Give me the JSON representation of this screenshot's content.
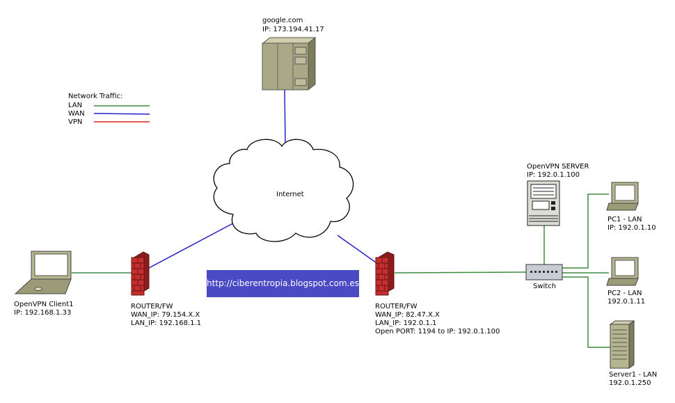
{
  "colors": {
    "lan": "#3c8c3c",
    "wan": "#2222cc",
    "vpn": "#dd2222",
    "banner": "#4a4ac4"
  },
  "legend": {
    "title": "Network Traffic:",
    "lan": "LAN",
    "wan": "WAN",
    "vpn": "VPN"
  },
  "nodes": {
    "google": {
      "name": "google.com",
      "ip": "IP: 173.194.41.17",
      "icon": "server-rack-icon"
    },
    "internet": {
      "label": "Internet",
      "icon": "cloud-icon"
    },
    "client": {
      "name": "OpenVPN Client1",
      "ip": "IP: 192.168.1.33",
      "icon": "laptop-icon"
    },
    "router_left": {
      "title": "ROUTER/FW",
      "wan_ip": "WAN_IP: 79.154.X.X",
      "lan_ip": "LAN_IP: 192.168.1.1",
      "icon": "firewall-icon"
    },
    "router_right": {
      "title": "ROUTER/FW",
      "wan_ip": "WAN_IP: 82.47.X.X",
      "lan_ip": "LAN_IP: 192.0.1.1",
      "open_port": "Open PORT: 1194 to IP: 192.0.1.100",
      "icon": "firewall-icon"
    },
    "vpn_server": {
      "name": "OpenVPN SERVER",
      "ip": "IP: 192.0.1.100",
      "icon": "server-tower-icon"
    },
    "switch": {
      "label": "Switch",
      "icon": "switch-icon"
    },
    "pc1": {
      "name": "PC1 - LAN",
      "ip": "IP: 192.0.1.10",
      "icon": "desktop-pc-icon"
    },
    "pc2": {
      "name": "PC2 - LAN",
      "ip": "192.0.1.11",
      "icon": "desktop-pc-icon"
    },
    "server1": {
      "name": "Server1 - LAN",
      "ip": "192.0.1.250",
      "icon": "server-tower-icon"
    }
  },
  "banner": {
    "url": "http://ciberentropia.blogspot.com.es"
  }
}
